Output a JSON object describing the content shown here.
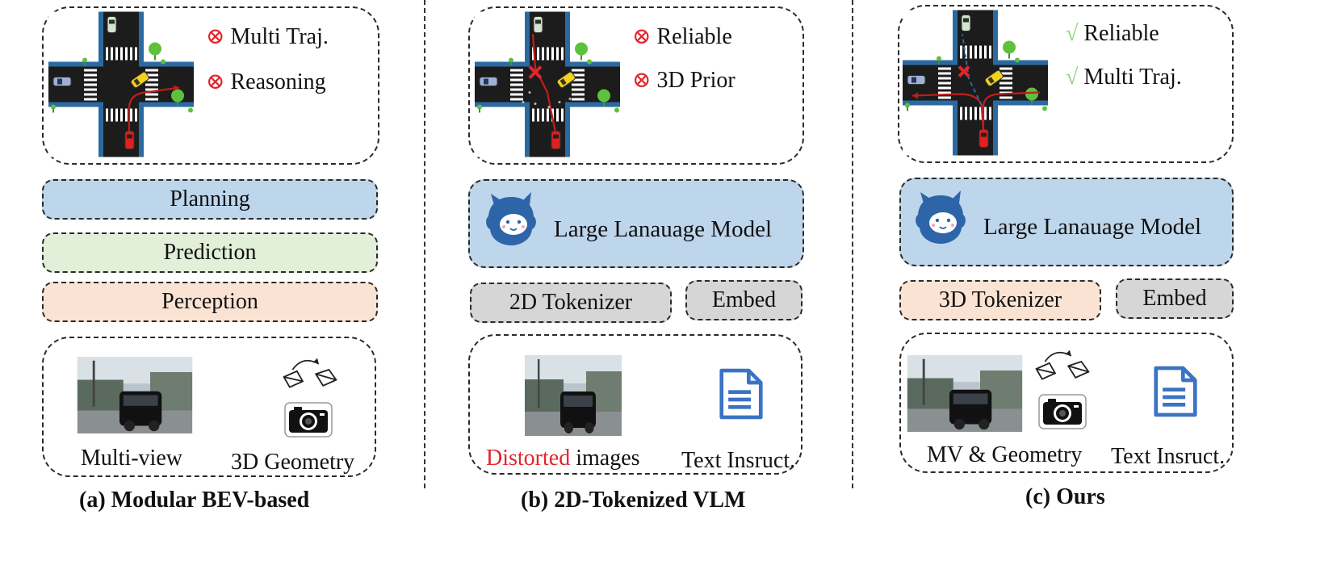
{
  "colors": {
    "planning": "#bdd6ec",
    "prediction": "#e2efd9",
    "perception": "#fbe3d4",
    "tokenizer2d": "#d6d6d6",
    "tokenizer3d": "#fbe3d4",
    "embed": "#d6d6d6",
    "cross": "#e3242b",
    "check": "#8cd17a",
    "road": "#1c1c1c",
    "road_edge": "#2b6aa0"
  },
  "panel_a": {
    "issues": [
      "Multi Traj.",
      "Reasoning"
    ],
    "layers": {
      "planning": "Planning",
      "prediction": "Prediction",
      "perception": "Perception"
    },
    "inputs": {
      "multiview": "Multi-view",
      "geometry": "3D Geometry"
    },
    "caption": "(a) Modular BEV-based"
  },
  "panel_b": {
    "issues": [
      "Reliable",
      "3D Prior"
    ],
    "llm": "Large Lanauage Model",
    "tokenizer": "2D Tokenizer",
    "embed": "Embed",
    "inputs": {
      "distorted": "Distorted",
      "images": " images",
      "text": "Text Insruct."
    },
    "caption": "(b) 2D-Tokenized VLM"
  },
  "panel_c": {
    "merits": [
      "Reliable",
      "Multi Traj."
    ],
    "llm": "Large Lanauage Model",
    "tokenizer": "3D Tokenizer",
    "embed": "Embed",
    "inputs": {
      "mv_geometry": "MV & Geometry",
      "text": "Text Insruct."
    },
    "caption": "(c) Ours"
  },
  "symbols": {
    "cross": "⊗",
    "check": "√"
  },
  "icons": [
    "intersection-icon",
    "car-icon",
    "tree-icon",
    "llama-icon",
    "camera-icon",
    "camera-pose-icon",
    "document-icon",
    "street-photo-icon"
  ]
}
